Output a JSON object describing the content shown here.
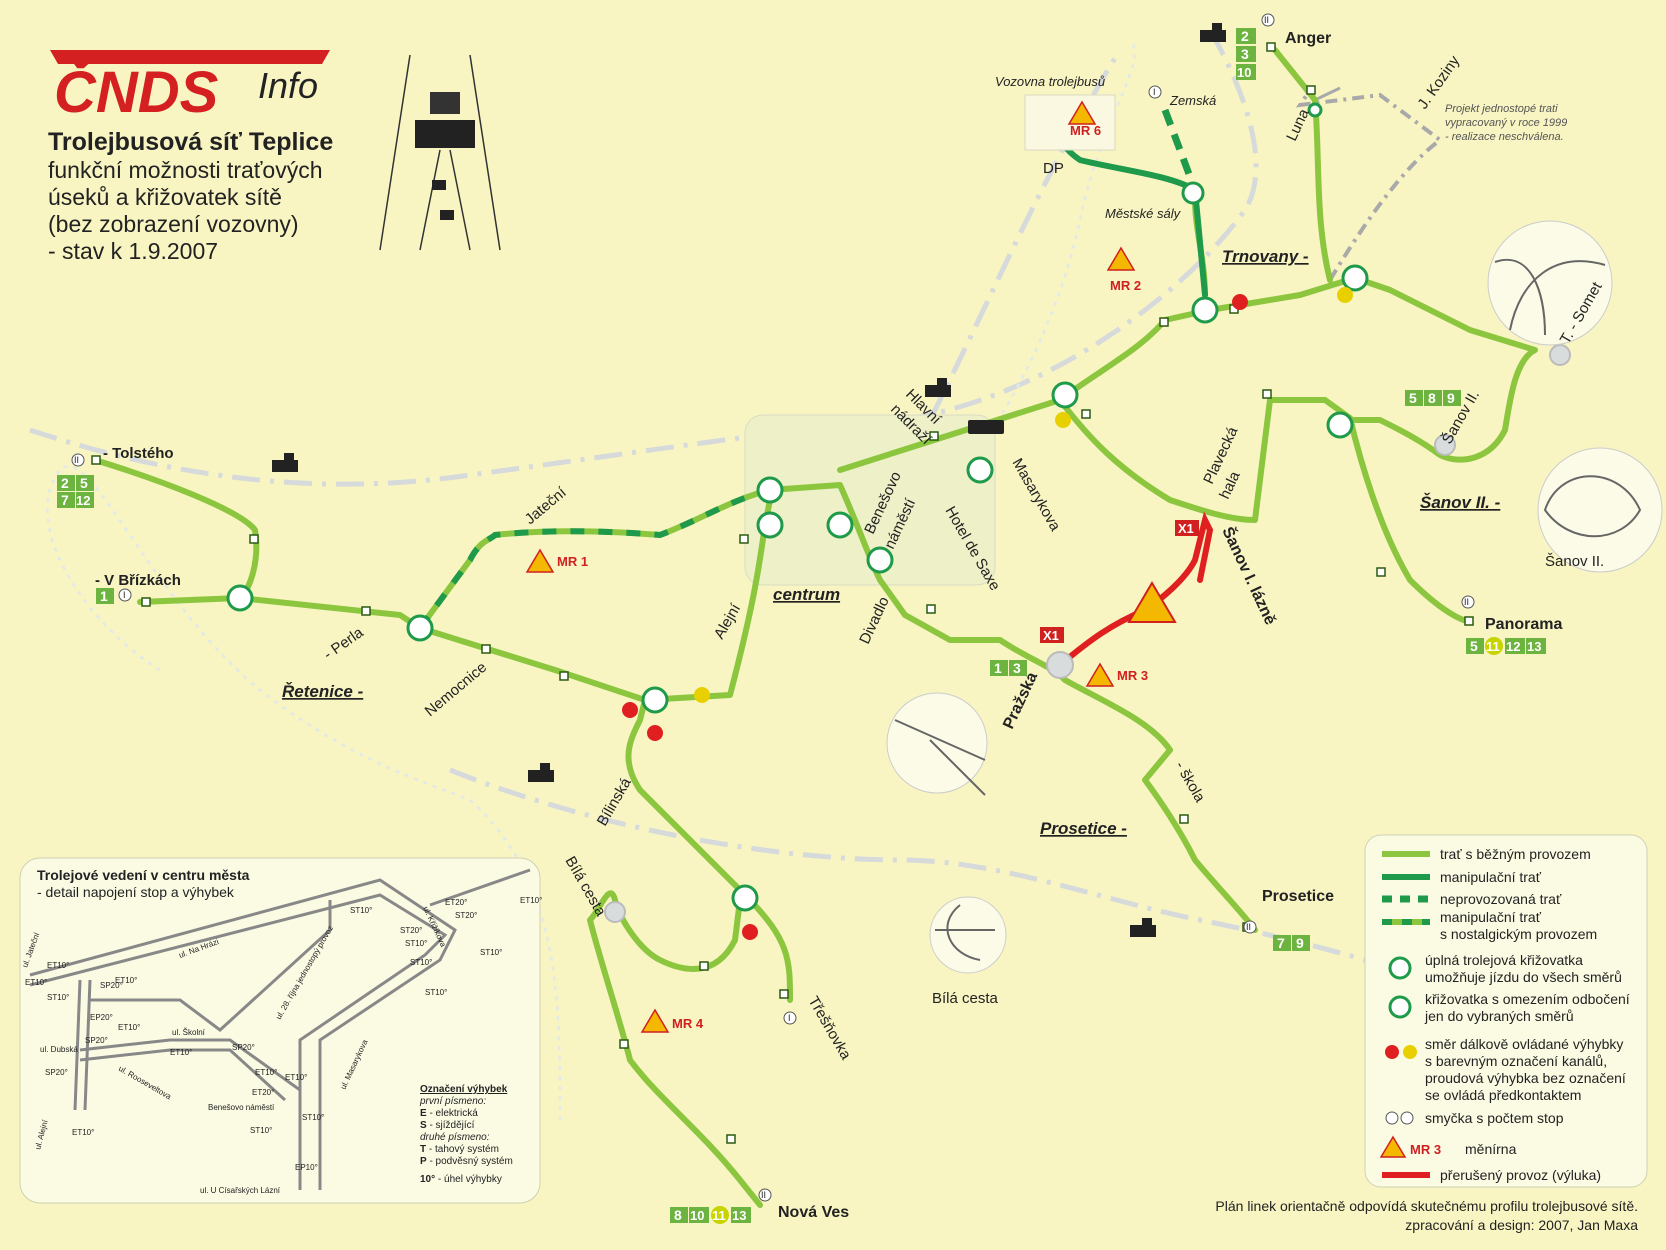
{
  "header": {
    "logo_text": "ČNDS",
    "logo_suffix": "Info",
    "title": "Trolejbusová síť Teplice",
    "subtitle_lines": [
      "funkční možnosti traťových",
      "úseků a křižovatek sítě",
      "(bez zobrazení vozovny)",
      "- stav k 1.9.2007"
    ]
  },
  "areas": {
    "retenice": "Řetenice -",
    "trnovany": "Trnovany -",
    "sanov2": "Šanov II. -",
    "prosetice": "Prosetice -",
    "centrum": "centrum"
  },
  "stops": {
    "tolsteho": "- Tolstého",
    "v_brizkach": "- V Břízkách",
    "perla": "- Perla",
    "nemocnice": "Nemocnice",
    "jatecni": "Jateční",
    "alejni": "Alejní",
    "bilinska": "Bílinská",
    "bila_cesta": "Bílá cesta",
    "tresnovka": "Třešňovka",
    "nova_ves": "Nová Ves",
    "hlavni_nadrazi_1": "Hlavní",
    "hlavni_nadrazi_2": "nádraží",
    "benesovo_1": "Benešovo",
    "benesovo_2": "náměstí",
    "hotel_de_saxe": "Hotel de Saxe",
    "divadlo": "Divadlo",
    "masarykova": "Masarykova",
    "plavecka_1": "Plavecká",
    "plavecka_2": "hala",
    "sanov1_lazne": "Šanov I. lázně",
    "prazska": "Pražská",
    "skola": "- škola",
    "prosetice": "Prosetice",
    "sanov2": "Šanov II.",
    "panorama": "Panorama",
    "t_somet": "T. - Somet",
    "anger": "Anger",
    "luna": "Luna",
    "j_koziny": "J. Koziny",
    "zemska": "Zemská",
    "mestske_saly": "Městské sály",
    "dp": "DP",
    "vozovna": "Vozovna trolejbusů"
  },
  "line_badges": {
    "tolsteho": [
      "2",
      "5",
      "7",
      "12"
    ],
    "v_brizkach": [
      "1"
    ],
    "anger": [
      "2",
      "3",
      "10"
    ],
    "sanov2": [
      "5",
      "8",
      "9"
    ],
    "panorama": [
      "5",
      "11",
      "12",
      "13"
    ],
    "prazska": [
      "1",
      "3"
    ],
    "prosetice": [
      "7",
      "9"
    ],
    "nova_ves": [
      "8",
      "10",
      "11",
      "13"
    ]
  },
  "loop_marks": {
    "single": "I",
    "double": "II"
  },
  "substations": [
    "MR 1",
    "MR 2",
    "MR 3",
    "MR 4",
    "MR 6"
  ],
  "closure_mark": "X1",
  "project_note": [
    "Projekt jednostopé trati",
    "vypracovaný v roce 1999",
    "- realizace neschválena."
  ],
  "detail_captions": {
    "sanov": "Šanov II.",
    "bila_cesta": "Bílá cesta"
  },
  "inset": {
    "title": "Trolejové vedení v centru města",
    "subtitle": "- detail napojení stop a výhybek",
    "streets": [
      "ul. Jateční",
      "ul. Na Hrázi",
      "ul. 28. října jednostopý provoz",
      "ul. Křižíkova",
      "ul. Školní",
      "ul. Dubská",
      "ul. Rooseveltova",
      "ul. Masarykova",
      "ul. Alejní",
      "ul. U Císařských Lázní",
      "Benešovo náměstí"
    ],
    "switches": [
      "ET10°",
      "ET10°",
      "ET10°",
      "ET20°",
      "ET10°",
      "ST10°",
      "ST10°",
      "SP20°",
      "EP20°",
      "SP20°",
      "ST20°",
      "ST20°",
      "ST10°",
      "ST10°",
      "ST10°",
      "ST10°",
      "SP20°",
      "ET10°",
      "ET10°",
      "ET10°",
      "ET10°",
      "ST10°",
      "ST10°",
      "EP10°",
      "ET20°",
      "SP20°",
      "ET10°"
    ],
    "legend_title": "Označení výhybek",
    "legend_first": "první písmeno:",
    "legend_e": "E",
    "legend_e_text": " - elektrická",
    "legend_s": "S",
    "legend_s_text": " - sjíždějící",
    "legend_second": "druhé písmeno:",
    "legend_t": "T",
    "legend_t_text": " - tahový systém",
    "legend_p": "P",
    "legend_p_text": " - podvěsný systém",
    "legend_deg": "10°",
    "legend_deg_text": " - úhel výhybky"
  },
  "legend": {
    "items": [
      {
        "label": "trať s běžným provozem"
      },
      {
        "label": "manipulační trať"
      },
      {
        "label": "neprovozovaná trať"
      },
      {
        "label": "manipulační trať"
      },
      {
        "label": "s nostalgickým provozem"
      },
      {
        "label": "úplná trolejová křižovatka"
      },
      {
        "label": "umožňuje jízdu do všech směrů"
      },
      {
        "label": "křižovatka s omezením odbočení"
      },
      {
        "label": "jen do vybraných směrů"
      },
      {
        "label": "směr dálkově ovládané výhybky"
      },
      {
        "label": "s barevným označení kanálů,"
      },
      {
        "label": "proudová výhybka bez označení"
      },
      {
        "label": "se ovládá předkontaktem"
      },
      {
        "label": "smyčka s počtem stop"
      },
      {
        "label": "měnírna"
      },
      {
        "label": "přerušený provoz (výluka)"
      }
    ]
  },
  "footer": {
    "line1": "Plán linek orientačně odpovídá skutečnému profilu trolejbusové sítě.",
    "line2": "zpracování a design: 2007, Jan Maxa"
  },
  "colors": {
    "background": "#f8f5c3",
    "line_normal": "#8cc63f",
    "line_manip": "#1e9a4a",
    "closure": "#e02020",
    "railway": "#d8dcdc"
  }
}
